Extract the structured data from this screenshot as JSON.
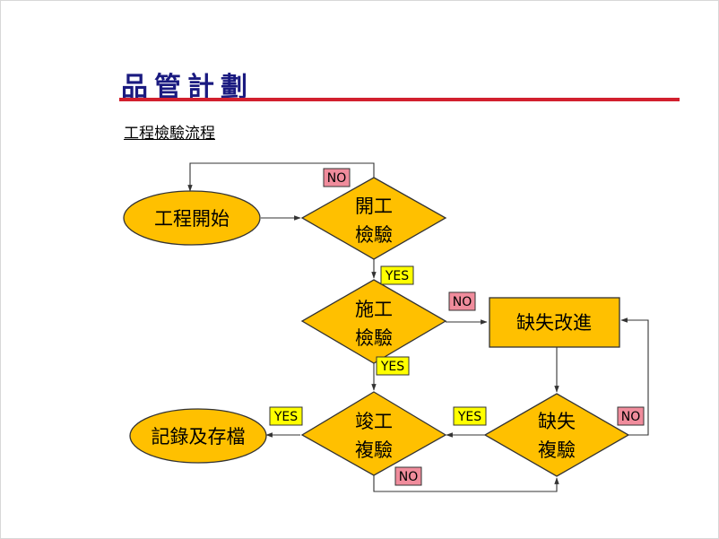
{
  "page": {
    "title": "品管計劃",
    "subtitle": "工程檢驗流程"
  },
  "flowchart": {
    "nodes": {
      "start": "工程開始",
      "start_inspection": {
        "line1": "開工",
        "line2": "檢驗"
      },
      "construction_inspection": {
        "line1": "施工",
        "line2": "檢驗"
      },
      "defect_improvement": "缺失改進",
      "defect_reinspection": {
        "line1": "缺失",
        "line2": "複驗"
      },
      "completion_reinspection": {
        "line1": "竣工",
        "line2": "複驗"
      },
      "record_archive": "記錄及存檔"
    },
    "labels": {
      "yes": "YES",
      "no": "NO"
    },
    "colors": {
      "node_fill": "#ffc000",
      "yes_label": "#ffff00",
      "no_label": "#f08c9c",
      "title": "#1a1a80",
      "rule": "#d2202e"
    }
  }
}
